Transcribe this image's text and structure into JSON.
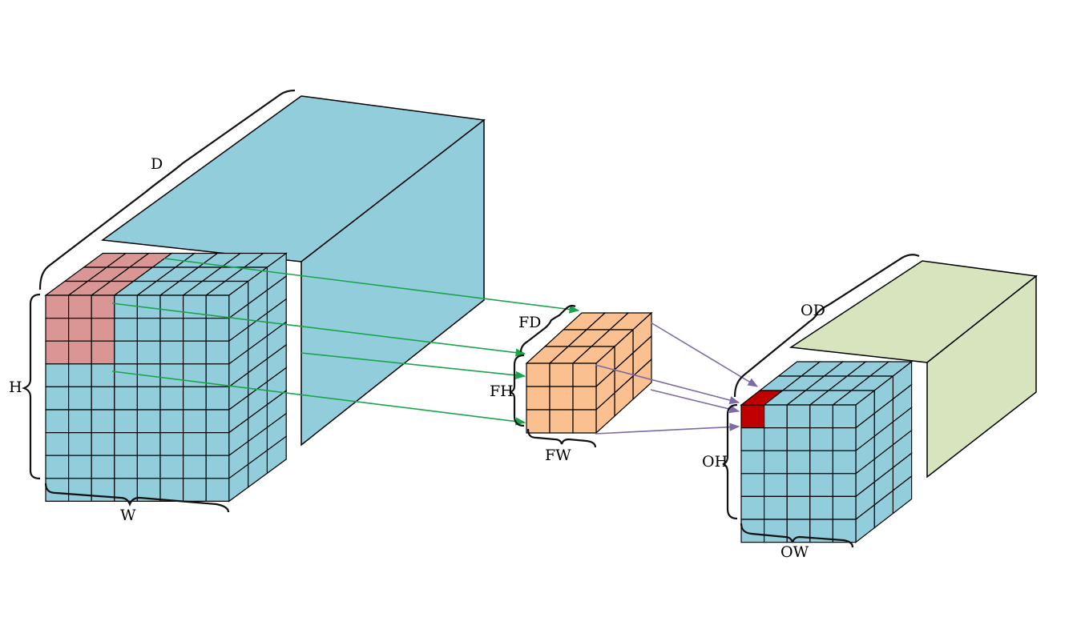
{
  "labels": {
    "input_depth": "D",
    "input_height": "H",
    "input_width": "W",
    "filter_depth": "FD",
    "filter_height": "FH",
    "filter_width": "FW",
    "output_depth": "OD",
    "output_height": "OH",
    "output_width": "OW"
  },
  "colors": {
    "input_volume": "#92cddc",
    "input_receptive_field": "#d99694",
    "filter": "#fac090",
    "output_volume_side": "#d7e4bd",
    "output_cells": "#92cddc",
    "output_selected_cell": "#c00000",
    "grid_line": "#000000",
    "arrow_input_to_filter": "#19a54a",
    "arrow_filter_to_output": "#7d6aa6"
  },
  "grids": {
    "input_front": {
      "cols": 8,
      "rows": 9,
      "depth_layers": 3,
      "highlight_cols": 3,
      "highlight_rows": 3
    },
    "filter": {
      "cols": 3,
      "rows": 3,
      "depth": 3
    },
    "output_front": {
      "cols": 5,
      "rows": 6,
      "depth_layers": 3,
      "highlight_cells": 1
    }
  }
}
